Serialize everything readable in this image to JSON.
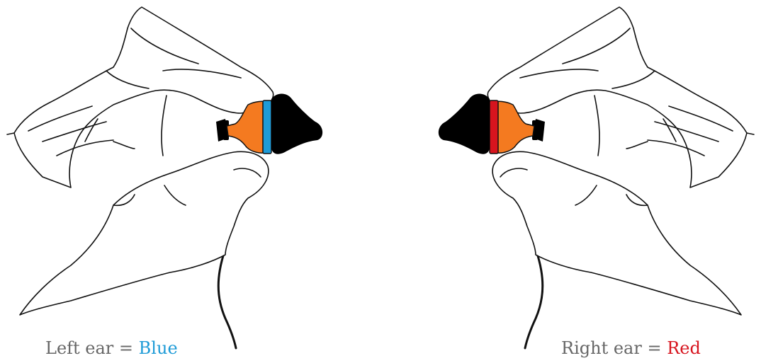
{
  "left": {
    "label": "Left ear",
    "equals": "=",
    "color_name": "Blue",
    "color": "#1E9BD7"
  },
  "right": {
    "label": "Right ear",
    "equals": "=",
    "color_name": "Red",
    "color": "#D7141E"
  },
  "colors": {
    "earplug_body": "#F47A20",
    "earplug_tip": "#000000",
    "outline": "#111111",
    "caption_text": "#666666"
  },
  "icons": {
    "hand": "hand-holding-earplug-icon",
    "earplug": "earplug-icon"
  }
}
